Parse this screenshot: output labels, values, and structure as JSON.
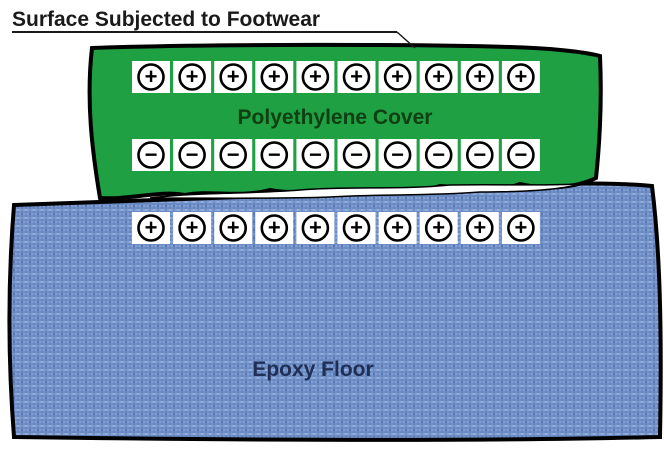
{
  "caption": {
    "text": "Surface Subjected to Footwear"
  },
  "cover": {
    "label": "Polyethylene Cover",
    "color": "#1fa043",
    "top_row": [
      "+",
      "+",
      "+",
      "+",
      "+",
      "+",
      "+",
      "+",
      "+",
      "+"
    ],
    "bottom_row": [
      "−",
      "−",
      "−",
      "−",
      "−",
      "−",
      "−",
      "−",
      "−",
      "−"
    ]
  },
  "floor": {
    "label": "Epoxy Floor",
    "color": "#6f8fc9",
    "top_row": [
      "+",
      "+",
      "+",
      "+",
      "+",
      "+",
      "+",
      "+",
      "+",
      "+"
    ]
  }
}
